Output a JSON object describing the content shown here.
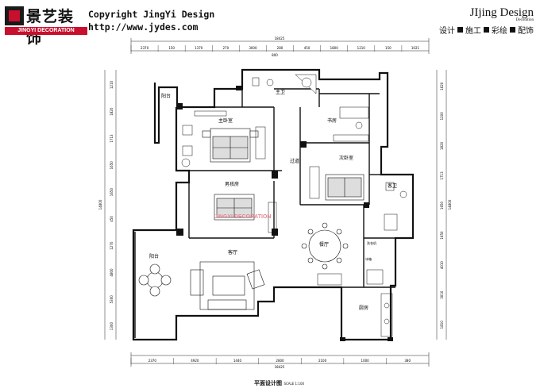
{
  "header": {
    "logo_cn": "景艺装饰",
    "logo_en": "JINGYI DECORATION",
    "copyright": "Copyright JingYi Design",
    "url": "http://www.jydes.com",
    "brand_name": "JIjing Design",
    "brand_sub": "Decoration",
    "services": [
      "设计",
      "施工",
      "彩绘",
      "配饰"
    ]
  },
  "rooms": {
    "balcony_top": "阳台",
    "master_bedroom": "主卧室",
    "master_bath": "主卫",
    "study": "书房",
    "corridor": "过道",
    "second_bedroom": "次卧室",
    "guest_bath": "客卫",
    "boys_room": "男孩房",
    "dining": "餐厅",
    "living": "客厅",
    "balcony_bottom": "阳台",
    "kitchen": "厨房",
    "laundry": "洗衣机",
    "fridge": "冰箱"
  },
  "dimensions": {
    "top_total": "18425",
    "top_segments": [
      "2370",
      "150",
      "1370",
      "270",
      "3000",
      "280",
      "450",
      "1800",
      "1210",
      "150",
      "1021"
    ],
    "top_sub": "800",
    "bottom_total": "18425",
    "bottom_segments": [
      "2370",
      "4920",
      "1440",
      "2800",
      "2100",
      "1000",
      "380"
    ],
    "left_segments": [
      "1210",
      "1820",
      "1713",
      "1650",
      "1650",
      "450",
      "1270",
      "4800",
      "5300",
      "1300"
    ],
    "left_total": "14800",
    "right_segments": [
      "1620",
      "1200",
      "1820",
      "1713",
      "1650",
      "1650",
      "4010",
      "3010",
      "1810"
    ],
    "right_total": "14800"
  },
  "caption": {
    "title": "平面设计图",
    "scale": "SCALE 1:100"
  },
  "watermark": "JINGYI DECORATION"
}
